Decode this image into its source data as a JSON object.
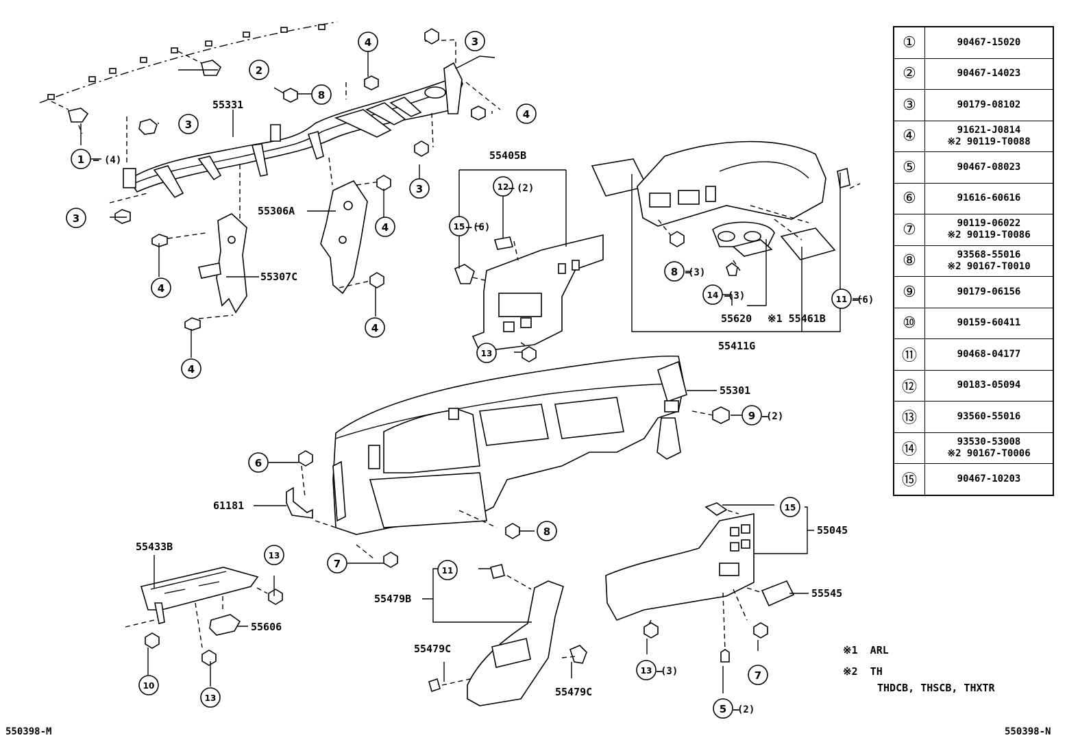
{
  "legend": [
    {
      "n": "①",
      "parts": [
        "90467-15020"
      ]
    },
    {
      "n": "②",
      "parts": [
        "90467-14023"
      ]
    },
    {
      "n": "③",
      "parts": [
        "90179-08102"
      ]
    },
    {
      "n": "④",
      "parts": [
        "91621-J0814",
        "※2 90119-T0088"
      ]
    },
    {
      "n": "⑤",
      "parts": [
        "90467-08023"
      ]
    },
    {
      "n": "⑥",
      "parts": [
        "91616-60616"
      ]
    },
    {
      "n": "⑦",
      "parts": [
        "90119-06022",
        "※2 90119-T0086"
      ]
    },
    {
      "n": "⑧",
      "parts": [
        "93568-55016",
        "※2 90167-T0010"
      ]
    },
    {
      "n": "⑨",
      "parts": [
        "90179-06156"
      ]
    },
    {
      "n": "⑩",
      "parts": [
        "90159-60411"
      ]
    },
    {
      "n": "⑪",
      "parts": [
        "90468-04177"
      ]
    },
    {
      "n": "⑫",
      "parts": [
        "90183-05094"
      ]
    },
    {
      "n": "⑬",
      "parts": [
        "93560-55016"
      ]
    },
    {
      "n": "⑭",
      "parts": [
        "93530-53008",
        "※2 90167-T0006"
      ]
    },
    {
      "n": "⑮",
      "parts": [
        "90467-10203"
      ]
    }
  ],
  "labels": {
    "p55331": "55331",
    "p55306A": "55306A",
    "p55307C": "55307C",
    "p55405B": "55405B",
    "p55620": "55620",
    "p55461B": "※1 55461B",
    "p55411G": "55411G",
    "p55301": "55301",
    "p61181": "61181",
    "p55433B": "55433B",
    "p55606": "55606",
    "p55479B": "55479B",
    "p55479C_a": "55479C",
    "p55479C_b": "55479C",
    "p55045": "55045",
    "p55545": "55545"
  },
  "callouts": {
    "c1": "1",
    "c2": "2",
    "c3a": "3",
    "c3b": "3",
    "c3c": "3",
    "c3d": "3",
    "c4a": "4",
    "c4b": "4",
    "c4c": "4",
    "c4d": "4",
    "c4e": "4",
    "c4f": "4",
    "c5": "5",
    "c6": "6",
    "c7a": "7",
    "c7b": "7",
    "c8a": "8",
    "c8b": "8",
    "c8c": "8",
    "c9": "9",
    "c10": "10",
    "c11a": "11",
    "c11b": "11",
    "c12": "12",
    "c13a": "13",
    "c13b": "13",
    "c13c": "13",
    "c13d": "13",
    "c14": "14",
    "c15a": "15",
    "c15b": "15"
  },
  "quantities": {
    "q1": "(4)",
    "q12": "(2)",
    "q15": "(6)",
    "q8": "(3)",
    "q14": "(3)",
    "q11": "(6)",
    "q9": "(2)",
    "q13": "(3)",
    "q5": "(2)"
  },
  "notes": {
    "n1_mark": "※1",
    "n1_text": "ARL",
    "n2_mark": "※2",
    "n2_text": "TH",
    "n2_models": "THDCB, THSCB, THXTR"
  },
  "codes": {
    "left": "550398-M",
    "right": "550398-N"
  }
}
